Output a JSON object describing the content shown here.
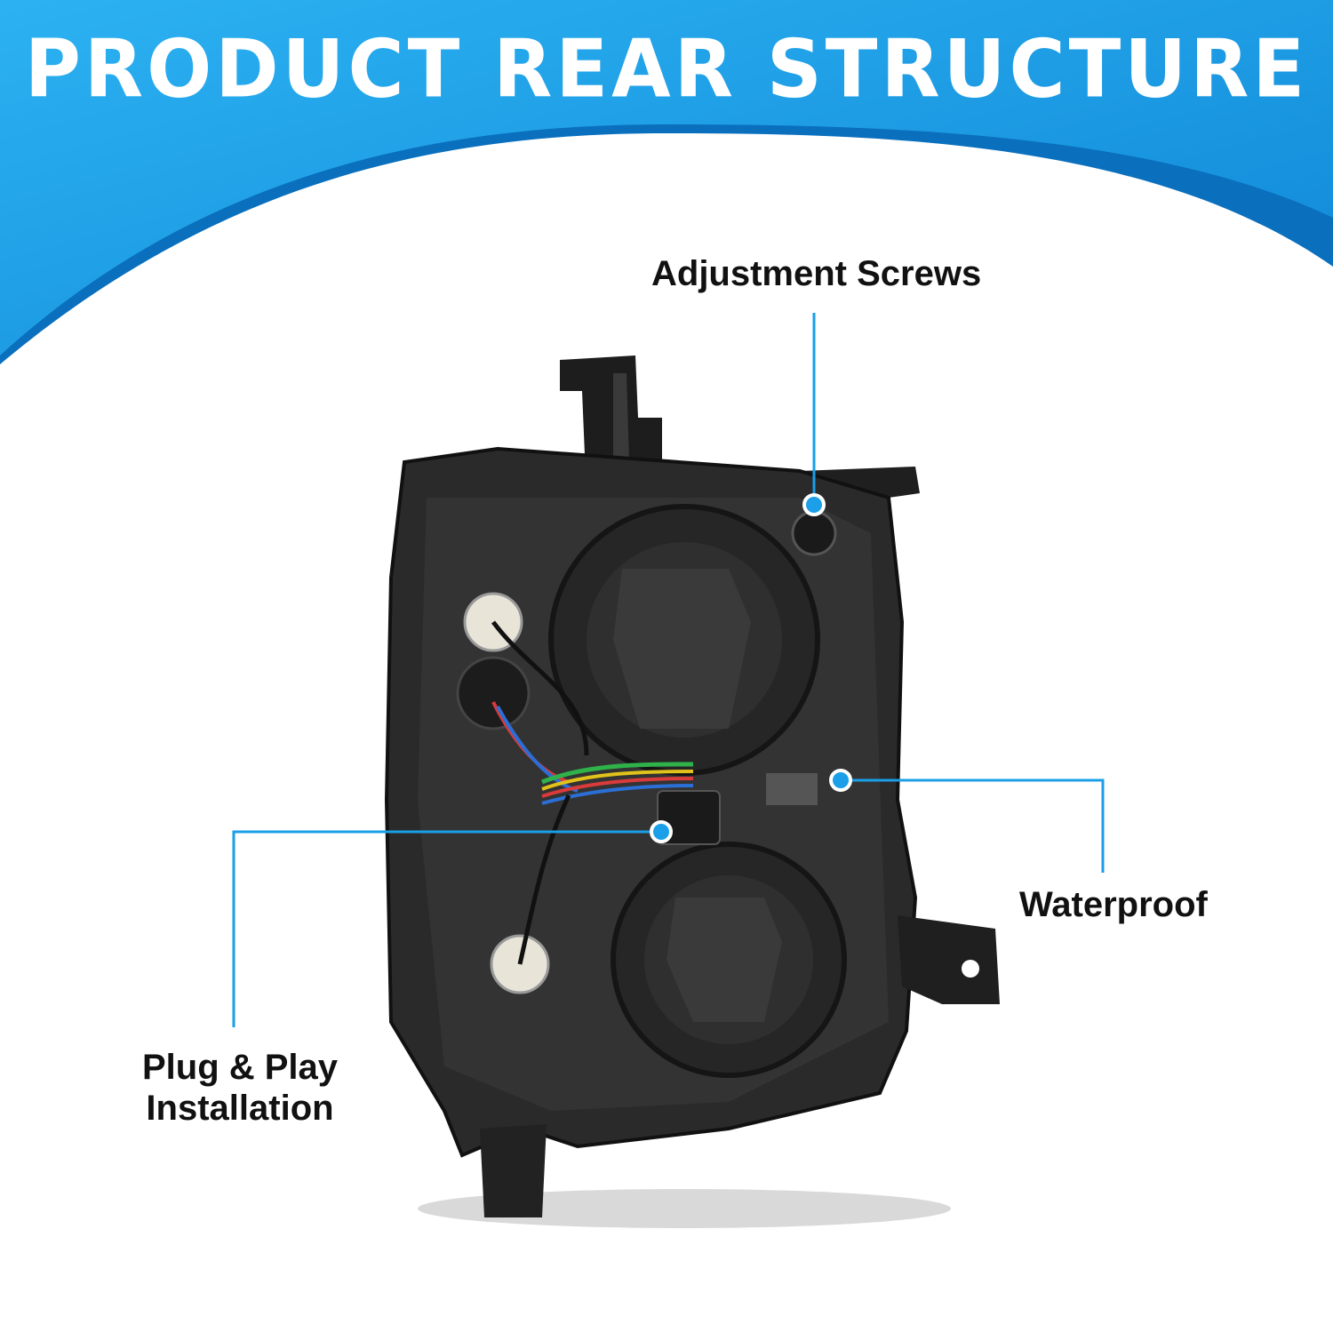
{
  "header": {
    "title": "PRODUCT REAR STRUCTURE"
  },
  "callouts": {
    "adjustment": "Adjustment Screws",
    "waterproof": "Waterproof",
    "plug_line1": "Plug & Play",
    "plug_line2": "Installation"
  },
  "colors": {
    "banner_light": "#25a8ec",
    "banner_dark": "#0a76c6",
    "accent": "#1a9fe8",
    "housing": "#2a2a2a"
  },
  "icons": {
    "callout_dot": "blue-dot"
  }
}
